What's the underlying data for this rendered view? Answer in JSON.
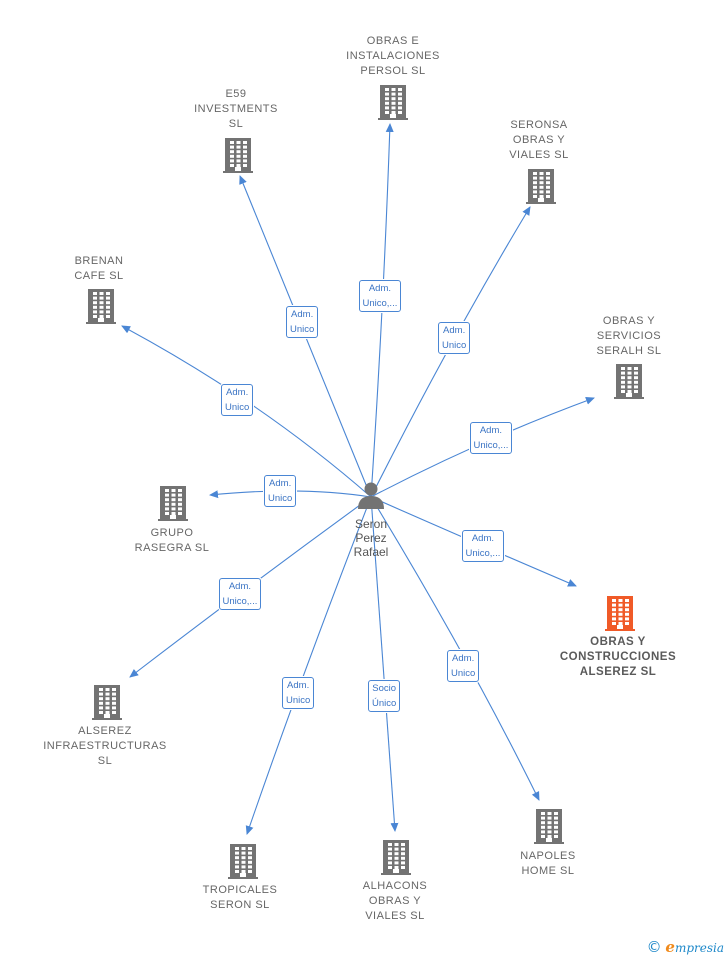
{
  "colors": {
    "edge": "#4a86d4",
    "building": "#737373",
    "building_highlight": "#f05a28",
    "label": "#666666"
  },
  "center": {
    "name": "Seron\nPerez\nRafael",
    "icon": "person-icon"
  },
  "companies": [
    {
      "id": "obras-e-instalaciones",
      "name": "OBRAS E\nINSTALACIONES\nPERSOL  SL",
      "icon": "building-icon",
      "highlight": false
    },
    {
      "id": "e59-investments",
      "name": "E59\nINVESTMENTS\nSL",
      "icon": "building-icon",
      "highlight": false
    },
    {
      "id": "seronsa",
      "name": "SERONSA\nOBRAS Y\nVIALES  SL",
      "icon": "building-icon",
      "highlight": false
    },
    {
      "id": "brenan-cafe",
      "name": "BRENAN\nCAFE SL",
      "icon": "building-icon",
      "highlight": false
    },
    {
      "id": "obras-y-servicios",
      "name": "OBRAS Y\nSERVICIOS\nSERALH  SL",
      "icon": "building-icon",
      "highlight": false
    },
    {
      "id": "grupo-rasegra",
      "name": "GRUPO\nRASEGRA  SL",
      "icon": "building-icon",
      "highlight": false
    },
    {
      "id": "obras-y-construcciones",
      "name": "OBRAS Y\nCONSTRUCCIONES\nALSEREZ  SL",
      "icon": "building-icon",
      "highlight": true
    },
    {
      "id": "alserez-infra",
      "name": "ALSEREZ\nINFRAESTRUCTURAS\nSL",
      "icon": "building-icon",
      "highlight": false
    },
    {
      "id": "tropicales-seron",
      "name": "TROPICALES\nSERON  SL",
      "icon": "building-icon",
      "highlight": false
    },
    {
      "id": "alhacons",
      "name": "ALHACONS\nOBRAS Y\nVIALES  SL",
      "icon": "building-icon",
      "highlight": false
    },
    {
      "id": "napoles-home",
      "name": "NAPOLES\nHOME  SL",
      "icon": "building-icon",
      "highlight": false
    }
  ],
  "edges": [
    {
      "to": "obras-e-instalaciones",
      "label": "Adm.\nUnico,..."
    },
    {
      "to": "e59-investments",
      "label": "Adm.\nUnico"
    },
    {
      "to": "seronsa",
      "label": "Adm.\nUnico"
    },
    {
      "to": "brenan-cafe",
      "label": "Adm.\nUnico"
    },
    {
      "to": "obras-y-servicios",
      "label": "Adm.\nUnico,..."
    },
    {
      "to": "grupo-rasegra",
      "label": "Adm.\nUnico"
    },
    {
      "to": "obras-y-construcciones",
      "label": "Adm.\nUnico,..."
    },
    {
      "to": "alserez-infra",
      "label": "Adm.\nUnico,..."
    },
    {
      "to": "tropicales-seron",
      "label": "Adm.\nUnico"
    },
    {
      "to": "alhacons",
      "label": "Socio\nÚnico"
    },
    {
      "to": "napoles-home",
      "label": "Adm.\nUnico"
    }
  ],
  "footer": {
    "copyright_symbol": "©",
    "brand_initial": "e",
    "brand_rest": "mpresia"
  }
}
